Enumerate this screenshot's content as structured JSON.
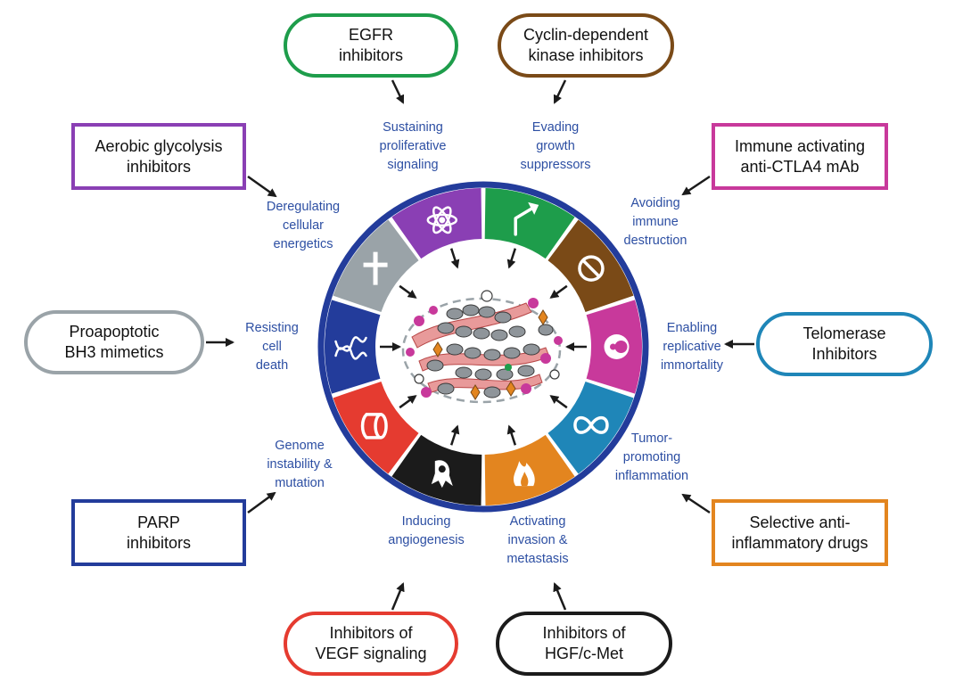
{
  "center_hallmarks": [
    {
      "key": "proliferative",
      "color": "#1e9d4b",
      "icon": "arrow-icon",
      "lines": [
        "Sustaining",
        "proliferative",
        "signaling"
      ]
    },
    {
      "key": "growth",
      "color": "#7a4a17",
      "icon": "prohibition-icon",
      "lines": [
        "Evading",
        "growth",
        "suppressors"
      ]
    },
    {
      "key": "immune",
      "color": "#c8399b",
      "icon": "immune-cell-icon",
      "lines": [
        "Avoiding",
        "immune",
        "destruction"
      ]
    },
    {
      "key": "immortality",
      "color": "#1f86b8",
      "icon": "infinity-icon",
      "lines": [
        "Enabling",
        "replicative",
        "immortality"
      ]
    },
    {
      "key": "inflammation",
      "color": "#e3851f",
      "icon": "flame-icon",
      "lines": [
        "Tumor-",
        "promoting",
        "inflammation"
      ]
    },
    {
      "key": "invasion",
      "color": "#1b1b1b",
      "icon": "invasive-cell-icon",
      "lines": [
        "Activating",
        "invasion &",
        "metastasis"
      ]
    },
    {
      "key": "angiogenesis",
      "color": "#e53b30",
      "icon": "blood-vessel-icon",
      "lines": [
        "Inducing",
        "angiogenesis"
      ]
    },
    {
      "key": "genome",
      "color": "#233c9b",
      "icon": "dna-icon",
      "lines": [
        "Genome",
        "instability &",
        "mutation"
      ]
    },
    {
      "key": "death",
      "color": "#9aa3a8",
      "icon": "cross-icon",
      "lines": [
        "Resisting",
        "cell",
        "death"
      ]
    },
    {
      "key": "energetics",
      "color": "#8a3fb4",
      "icon": "atom-icon",
      "lines": [
        "Deregulating",
        "cellular",
        "energetics"
      ]
    }
  ],
  "drug_boxes": [
    {
      "key": "egfr",
      "lines": [
        "EGFR",
        "inhibitors"
      ],
      "color": "#1e9d4b",
      "shape": "pill"
    },
    {
      "key": "cdk",
      "lines": [
        "Cyclin-dependent",
        "kinase inhibitors"
      ],
      "color": "#7a4a17",
      "shape": "pill"
    },
    {
      "key": "ctla4",
      "lines": [
        "Immune activating",
        "anti-CTLA4 mAb"
      ],
      "color": "#c8399b",
      "shape": "rect"
    },
    {
      "key": "telomerase",
      "lines": [
        "Telomerase",
        "Inhibitors"
      ],
      "color": "#1f86b8",
      "shape": "pill"
    },
    {
      "key": "antiinflammatory",
      "lines": [
        "Selective anti-",
        "inflammatory drugs"
      ],
      "color": "#e3851f",
      "shape": "rect"
    },
    {
      "key": "hgf",
      "lines": [
        "Inhibitors of",
        "HGF/c-Met"
      ],
      "color": "#1b1b1b",
      "shape": "pill"
    },
    {
      "key": "vegf",
      "lines": [
        "Inhibitors of",
        "VEGF signaling"
      ],
      "color": "#e53b30",
      "shape": "pill"
    },
    {
      "key": "parp",
      "lines": [
        "PARP",
        "inhibitors"
      ],
      "color": "#233c9b",
      "shape": "rect"
    },
    {
      "key": "bh3",
      "lines": [
        "Proapoptotic",
        "BH3 mimetics"
      ],
      "color": "#9aa3a8",
      "shape": "pill"
    },
    {
      "key": "glycolysis",
      "lines": [
        "Aerobic glycolysis",
        "inhibitors"
      ],
      "color": "#8a3fb4",
      "shape": "rect"
    }
  ],
  "colors": {
    "ring": "#233c9b",
    "label_text": "#2d4fa3",
    "arrow": "#1b1b1b"
  }
}
